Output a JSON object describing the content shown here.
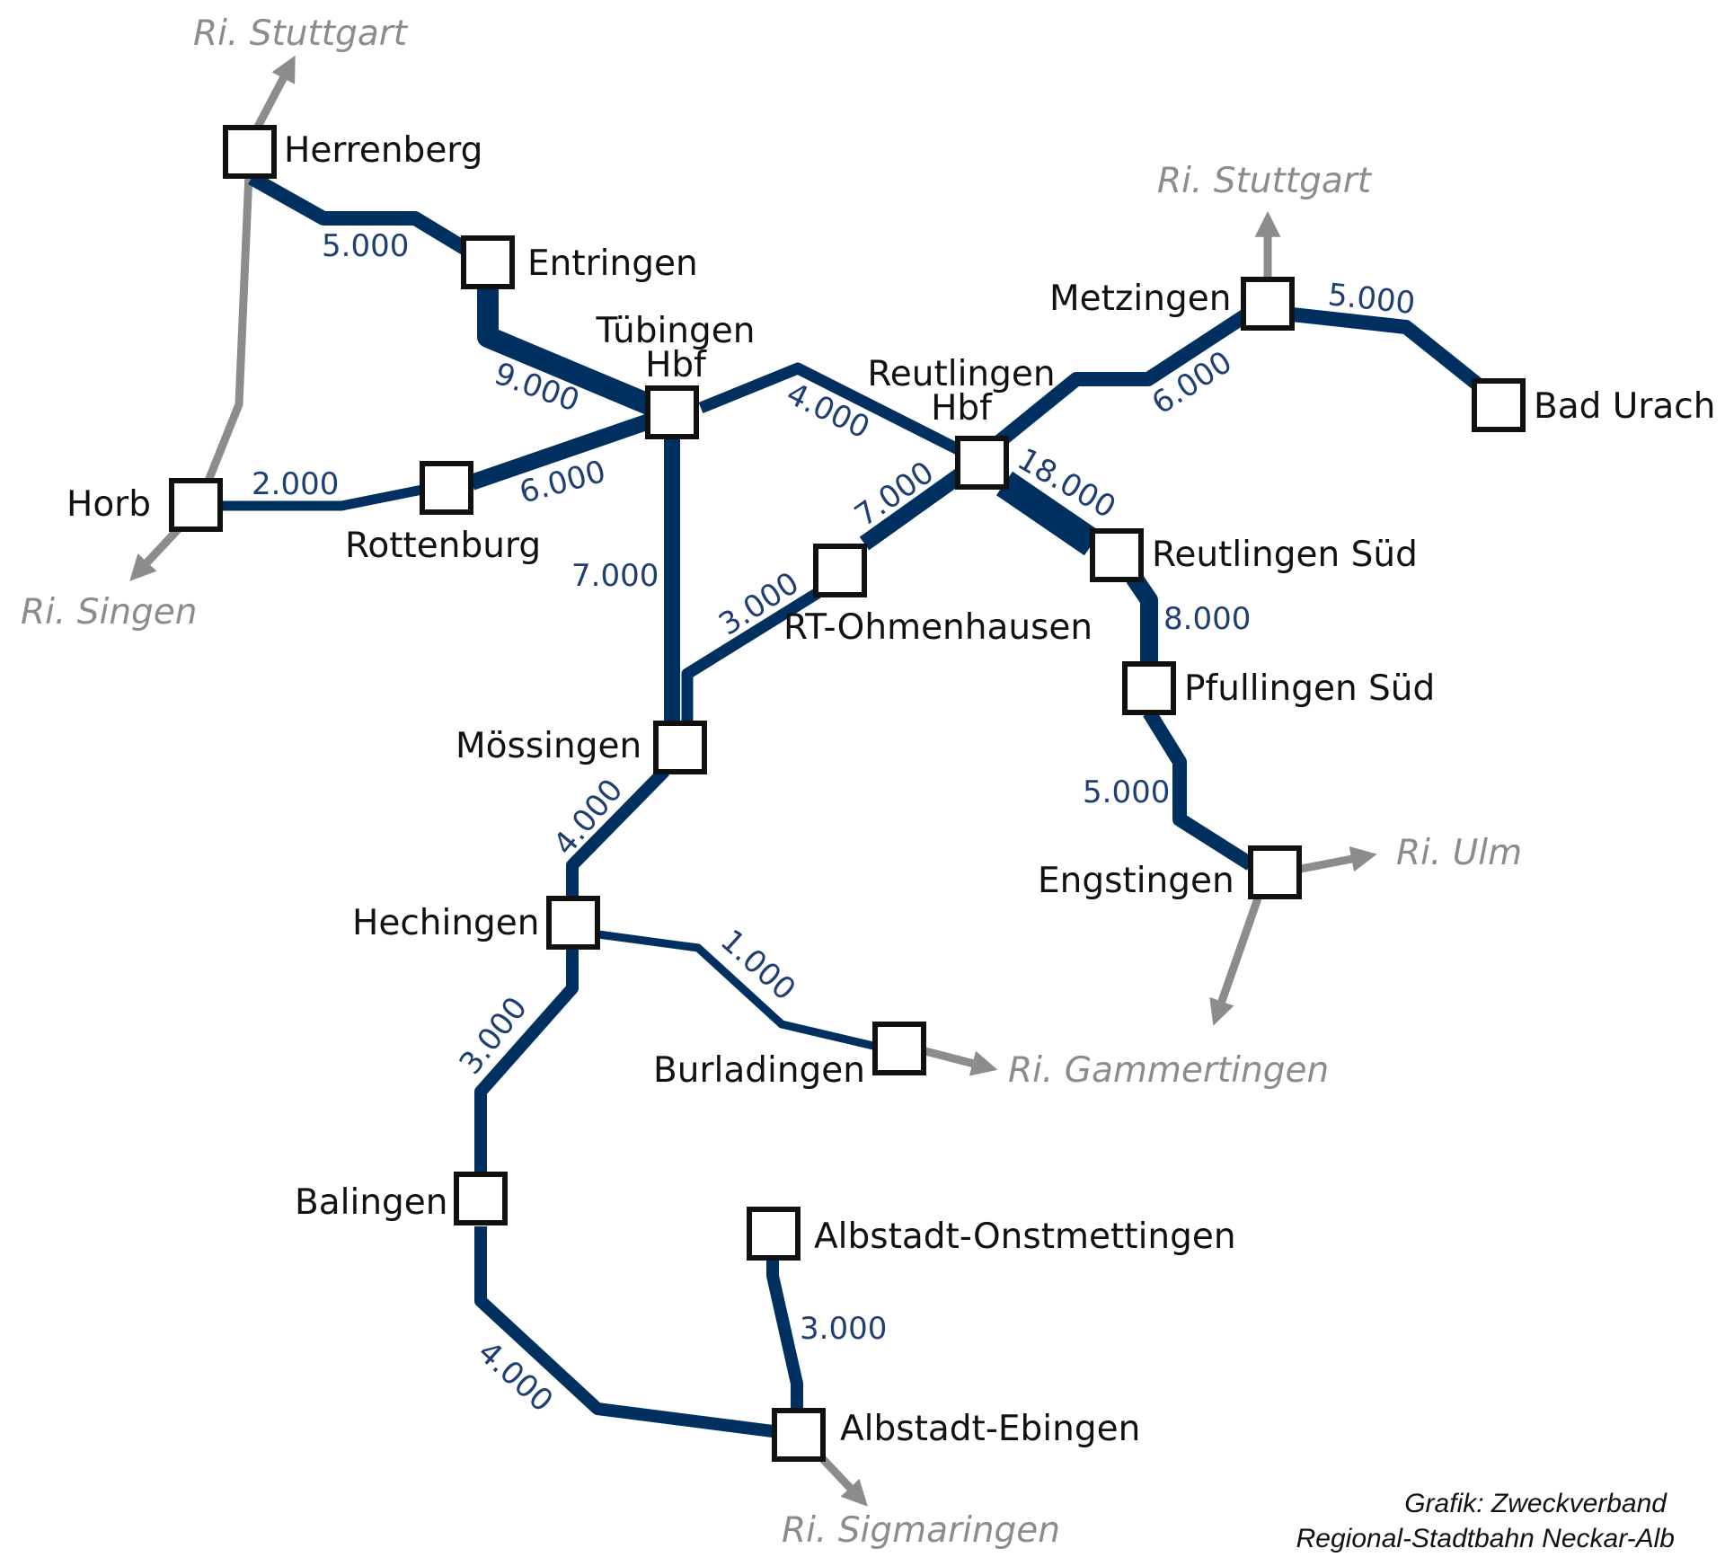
{
  "colors": {
    "line": "#00305f",
    "direction": "#8c8c8c",
    "value_text": "#1f3f72",
    "station_fill": "#ffffff",
    "station_stroke": "#111111"
  },
  "stations": {
    "herrenberg": "Herrenberg",
    "entringen": "Entringen",
    "tuebingen": [
      "Tübingen",
      "Hbf"
    ],
    "horb": "Horb",
    "rottenburg": "Rottenburg",
    "reutlingen": [
      "Reutlingen",
      "Hbf"
    ],
    "metzingen": "Metzingen",
    "bad_urach": "Bad Urach",
    "reutlingen_sued": "Reutlingen Süd",
    "rt_ohmenhausen": "RT-Ohmenhausen",
    "pfullingen_sued": "Pfullingen Süd",
    "moessingen": "Mössingen",
    "engstingen": "Engstingen",
    "hechingen": "Hechingen",
    "burladingen": "Burladingen",
    "balingen": "Balingen",
    "albstadt_onstmettingen": "Albstadt-Onstmettingen",
    "albstadt_ebingen": "Albstadt-Ebingen"
  },
  "directions": {
    "stuttgart_west": "Ri. Stuttgart",
    "stuttgart_east": "Ri. Stuttgart",
    "singen": "Ri. Singen",
    "ulm": "Ri. Ulm",
    "gammertingen": "Ri. Gammertingen",
    "sigmaringen": "Ri. Sigmaringen"
  },
  "segments": [
    {
      "from": "Herrenberg",
      "to": "Entringen",
      "label": "5.000",
      "value": 5000
    },
    {
      "from": "Entringen",
      "to": "Tübingen Hbf",
      "label": "9.000",
      "value": 9000
    },
    {
      "from": "Horb",
      "to": "Rottenburg",
      "label": "2.000",
      "value": 2000
    },
    {
      "from": "Rottenburg",
      "to": "Tübingen Hbf",
      "label": "6.000",
      "value": 6000
    },
    {
      "from": "Tübingen Hbf",
      "to": "Reutlingen Hbf",
      "label": "4.000",
      "value": 4000
    },
    {
      "from": "Tübingen Hbf",
      "to": "Mössingen",
      "label": "7.000",
      "value": 7000
    },
    {
      "from": "Reutlingen Hbf",
      "to": "Metzingen",
      "label": "6.000",
      "value": 6000
    },
    {
      "from": "Metzingen",
      "to": "Bad Urach",
      "label": "5.000",
      "value": 5000
    },
    {
      "from": "Reutlingen Hbf",
      "to": "Reutlingen Süd",
      "label": "18.000",
      "value": 18000
    },
    {
      "from": "Reutlingen Hbf",
      "to": "RT-Ohmenhausen",
      "label": "7.000",
      "value": 7000
    },
    {
      "from": "RT-Ohmenhausen",
      "to": "Mössingen",
      "label": "3.000",
      "value": 3000
    },
    {
      "from": "Reutlingen Süd",
      "to": "Pfullingen Süd",
      "label": "8.000",
      "value": 8000
    },
    {
      "from": "Pfullingen Süd",
      "to": "Engstingen",
      "label": "5.000",
      "value": 5000
    },
    {
      "from": "Mössingen",
      "to": "Hechingen",
      "label": "4.000",
      "value": 4000
    },
    {
      "from": "Hechingen",
      "to": "Burladingen",
      "label": "1.000",
      "value": 1000
    },
    {
      "from": "Hechingen",
      "to": "Balingen",
      "label": "3.000",
      "value": 3000
    },
    {
      "from": "Balingen",
      "to": "Albstadt-Ebingen",
      "label": "4.000",
      "value": 4000
    },
    {
      "from": "Albstadt-Onstmettingen",
      "to": "Albstadt-Ebingen",
      "label": "3.000",
      "value": 3000
    }
  ],
  "credit": [
    "Grafik: Zweckverband",
    "Regional-Stadtbahn Neckar-Alb"
  ]
}
